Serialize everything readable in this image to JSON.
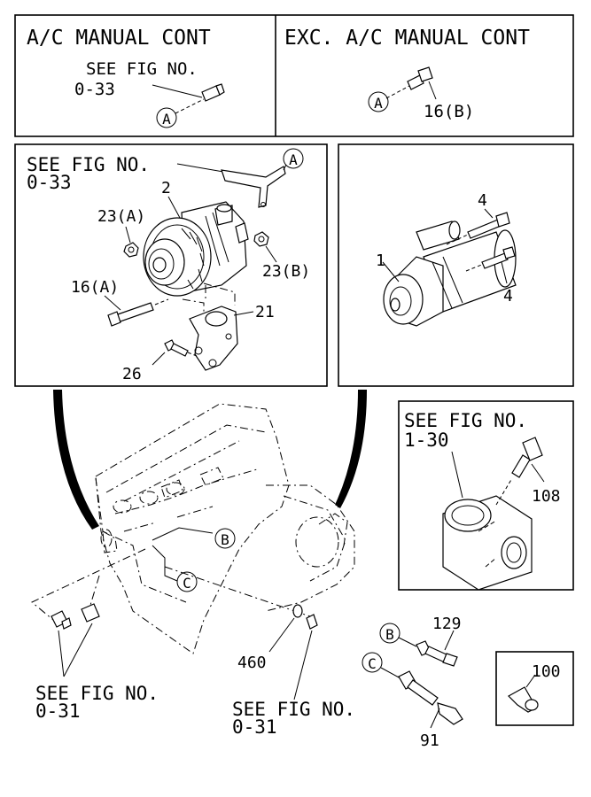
{
  "panels": {
    "ac": {
      "title": "A/C MANUAL CONT",
      "see1": "SEE FIG NO.",
      "see2": "0-33",
      "marker": "A"
    },
    "exc": {
      "title": "EXC. A/C MANUAL CONT",
      "marker": "A",
      "part": "16(B)"
    },
    "alt": {
      "see1": "SEE FIG NO.",
      "see2": "0-33",
      "marker": "A",
      "p2": "2",
      "p23a": "23(A)",
      "p23b": "23(B)",
      "p16a": "16(A)",
      "p21": "21",
      "p26": "26"
    },
    "starter": {
      "p1": "1",
      "p4a": "4",
      "p4b": "4"
    },
    "cleaner": {
      "see1": "SEE FIG NO.",
      "see2": "1-30",
      "p108": "108"
    },
    "bracket": {
      "p100": "100"
    }
  },
  "engine": {
    "markerB": "B",
    "markerC": "C",
    "p460": "460",
    "seeL1": "SEE FIG NO.",
    "seeL2": "0-31",
    "seeR1": "SEE FIG NO.",
    "seeR2": "0-31"
  },
  "sensors": {
    "markerB": "B",
    "p129": "129",
    "markerC": "C",
    "p91": "91"
  }
}
